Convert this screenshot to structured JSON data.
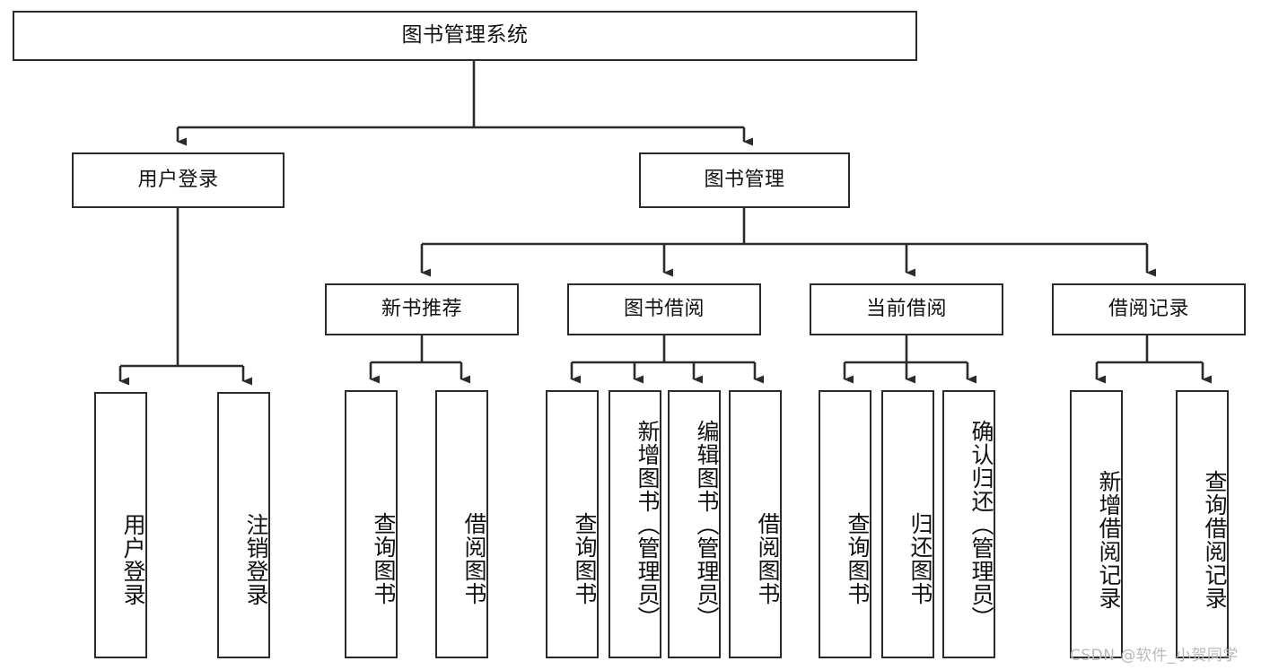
{
  "diagram": {
    "title": "图书管理系统",
    "type": "tree-hierarchy-diagram",
    "root": {
      "label": "图书管理系统"
    },
    "level2": [
      {
        "label": "用户登录"
      },
      {
        "label": "图书管理"
      }
    ],
    "level3": [
      {
        "label": "新书推荐"
      },
      {
        "label": "图书借阅"
      },
      {
        "label": "当前借阅"
      },
      {
        "label": "借阅记录"
      }
    ],
    "leaves": {
      "user_login": [
        {
          "label": "用户登录"
        },
        {
          "label": "注销登录"
        }
      ],
      "new_book_recommend": [
        {
          "label": "查询图书"
        },
        {
          "label": "借阅图书"
        }
      ],
      "book_borrow": [
        {
          "label": "查询图书"
        },
        {
          "label": "新增图书（管理员）"
        },
        {
          "label": "编辑图书（管理员）"
        },
        {
          "label": "借阅图书"
        }
      ],
      "current_borrow": [
        {
          "label": "查询图书"
        },
        {
          "label": "归还图书"
        },
        {
          "label": "确认归还（管理员）"
        }
      ],
      "borrow_record": [
        {
          "label": "新增借阅记录"
        },
        {
          "label": "查询借阅记录"
        }
      ]
    }
  },
  "watermark": {
    "text": "CSDN @软件_小贺同学"
  },
  "colors": {
    "border": "#2b2b2b",
    "text": "#111111",
    "background": "#ffffff",
    "watermark": "#b9b9b9"
  }
}
